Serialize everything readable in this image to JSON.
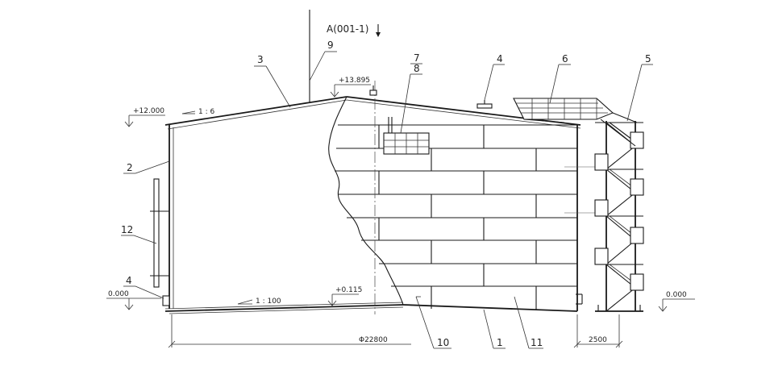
{
  "section": {
    "title": "A(001-1)"
  },
  "levels": {
    "roof_eave": "+12.000",
    "roof_peak": "+13.895",
    "ground_left": "0.000",
    "bottom_center": "+0.115",
    "ground_right": "0.000"
  },
  "slopes": {
    "roof": "1 : 6",
    "bottom": "1 : 100"
  },
  "dimensions": {
    "diameter": "Φ22800",
    "stair_offset": "2500"
  },
  "callouts": {
    "c1": "1",
    "c2": "2",
    "c3": "3",
    "c4_top": "4",
    "c4_left": "4",
    "c5": "5",
    "c6": "6",
    "c7": "7",
    "c8": "8",
    "c9": "9",
    "c10": "10",
    "c11": "11",
    "c12": "12"
  },
  "colors": {
    "line": "#1a1a1a",
    "background": "#ffffff"
  }
}
